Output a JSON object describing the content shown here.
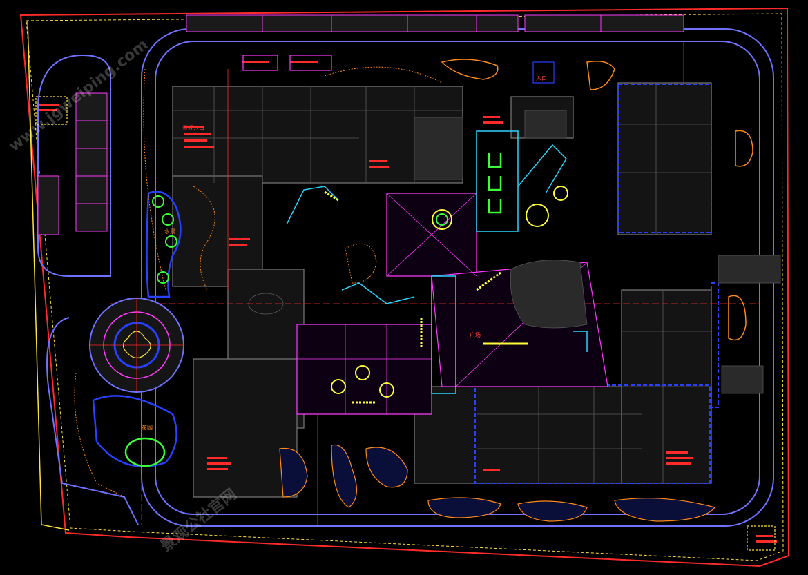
{
  "drawing": {
    "labels": {
      "north_entrance": "入口",
      "pond_label": "水景",
      "square_label": "广场",
      "entry_plaza": "景观入口",
      "garden": "花园"
    },
    "watermarks": [
      "www.jgweiping.com",
      "景观公社官网"
    ]
  },
  "colors": {
    "background": "#000000",
    "boundary": "#ff2a2a",
    "road": "#6f72ff",
    "building": "#7a7a7a",
    "highlight": "#ffff3a",
    "green": "#3bff3b",
    "water": "#2a40ff",
    "plaza": "#ff3aff",
    "orange": "#ff8a1a",
    "cyan": "#2ad6ff"
  }
}
